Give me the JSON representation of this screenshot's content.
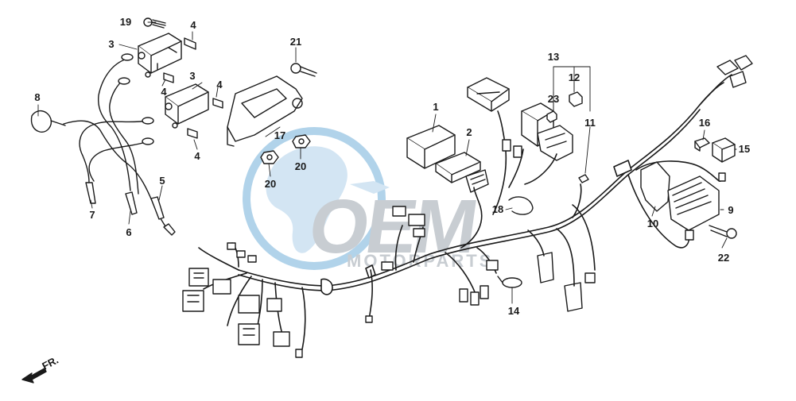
{
  "watermark": {
    "logo_text": "OEM",
    "sub_text": "MOTORPARTS",
    "globe_color": "#a9cfe8",
    "logo_color": "#b7bcc3"
  },
  "direction_label": "FR.",
  "callouts": [
    {
      "id": "c1",
      "text": "1"
    },
    {
      "id": "c2",
      "text": "2"
    },
    {
      "id": "c3a",
      "text": "3"
    },
    {
      "id": "c3b",
      "text": "3"
    },
    {
      "id": "c4a",
      "text": "4"
    },
    {
      "id": "c4b",
      "text": "4"
    },
    {
      "id": "c4c",
      "text": "4"
    },
    {
      "id": "c4d",
      "text": "4"
    },
    {
      "id": "c5",
      "text": "5"
    },
    {
      "id": "c6",
      "text": "6"
    },
    {
      "id": "c7",
      "text": "7"
    },
    {
      "id": "c8",
      "text": "8"
    },
    {
      "id": "c9",
      "text": "9"
    },
    {
      "id": "c10",
      "text": "10"
    },
    {
      "id": "c11",
      "text": "11"
    },
    {
      "id": "c12",
      "text": "12"
    },
    {
      "id": "c13",
      "text": "13"
    },
    {
      "id": "c14",
      "text": "14"
    },
    {
      "id": "c15",
      "text": "15"
    },
    {
      "id": "c16",
      "text": "16"
    },
    {
      "id": "c17",
      "text": "17"
    },
    {
      "id": "c18",
      "text": "18"
    },
    {
      "id": "c19",
      "text": "19"
    },
    {
      "id": "c20a",
      "text": "20"
    },
    {
      "id": "c20b",
      "text": "20"
    },
    {
      "id": "c21",
      "text": "21"
    },
    {
      "id": "c22",
      "text": "22"
    },
    {
      "id": "c23",
      "text": "23"
    }
  ]
}
